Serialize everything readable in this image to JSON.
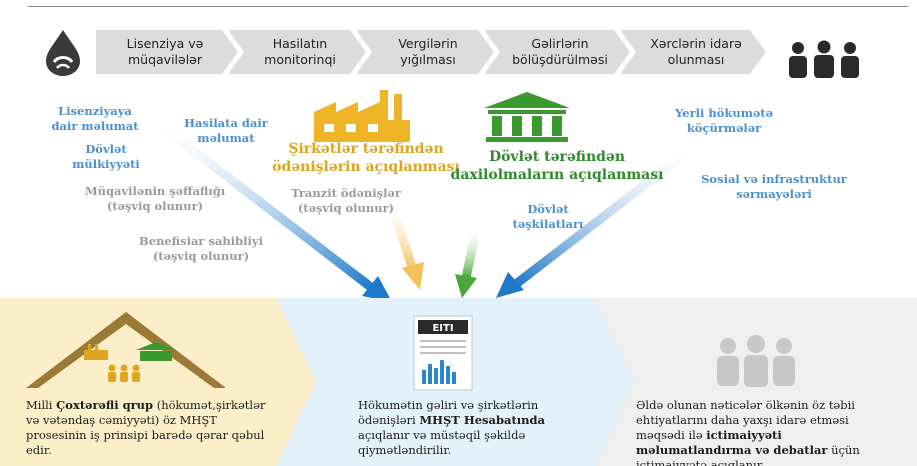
{
  "steps": [
    {
      "line1": "Lisenziya və",
      "line2": "müqavilələr"
    },
    {
      "line1": "Hasilatın",
      "line2": "monitorinqi"
    },
    {
      "line1": "Vergilərin",
      "line2": "yığılması"
    },
    {
      "line1": "Gəlirlərin",
      "line2": "bölüşdürülməsi"
    },
    {
      "line1": "Xərclərin idarə",
      "line2": "olunması"
    }
  ],
  "left_labels": {
    "license_info": {
      "line1": "Lisenziyaya",
      "line2": "dair məlumat"
    },
    "state_ownership": {
      "line1": "Dövlət",
      "line2": "mülkiyyəti"
    },
    "contract_transparency": {
      "line1": "Müqavilənin şəffaflığı",
      "line2": "(təşviq olunur)"
    },
    "beneficial_ownership": {
      "line1": "Benefisiar sahibliyi",
      "line2": "(təşviq olunur)"
    },
    "production_info": {
      "line1": "Hasilata dair",
      "line2": "məlumat"
    }
  },
  "center_labels": {
    "company_disclosure": {
      "line1": "Şirkətlər tərəfindən",
      "line2": "ödənişlərin açıqlanması"
    },
    "transit_payments": {
      "line1": "Tranzit ödənişlər",
      "line2": "(təşviq olunur)"
    },
    "gov_disclosure": {
      "line1": "Dövlət tərəfindən",
      "line2": "daxilolmaların açıqlanması"
    },
    "state_orgs": {
      "line1": "Dövlət",
      "line2": "təşkilatları"
    }
  },
  "right_labels": {
    "local_gov": {
      "line1": "Yerli hökumətə",
      "line2": "köçürmələr"
    },
    "social_infra": {
      "line1": "Sosial və infrastruktur",
      "line2": "sərmayələri"
    }
  },
  "report_icon": {
    "text": "EITI"
  },
  "bottom": {
    "left": {
      "p1": "Milli ",
      "b1": "Çoxtərəfli qrup",
      "p2": " (hökumət,şirkətlər və vətəndaş cəmiyyəti) öz MHŞT prosesinin iş prinsipi barədə qərar qəbul edir."
    },
    "middle": {
      "p1": "Hökumətin gəliri və şirkətlərin ödənişləri ",
      "b1": "MHŞT Hesabatında",
      "p2": " açıqlanır və müstəqil şəkildə qiymətləndirilir."
    },
    "right": {
      "p1": "Əldə olunan nəticələr ölkənin öz təbii ehtiyatlarını daha yaxşı idarə etməsi məqsədi ilə ",
      "b1": "ictimaiyyəti məlumatlandırma və debatlar",
      "p2": " üçün ictimaiyyətə açıqlanır."
    }
  },
  "colors": {
    "chevron": "#dcdcdc",
    "blue_text": "#4a90d0",
    "grey_text": "#9a9a9a",
    "gold": "#f0b429",
    "green": "#3a9a30",
    "panel_left": "#fbeec8",
    "panel_mid": "#e3f1fb",
    "panel_right": "#efefef",
    "roof": "#9a7a35"
  },
  "icons": {
    "logo": "oil-drop-logo-icon",
    "people": "people-group-icon",
    "factory": "factory-icon",
    "government": "government-building-icon",
    "report": "report-document-icon",
    "stakeholders": "roof-stakeholders-icon",
    "public": "public-people-icon"
  }
}
